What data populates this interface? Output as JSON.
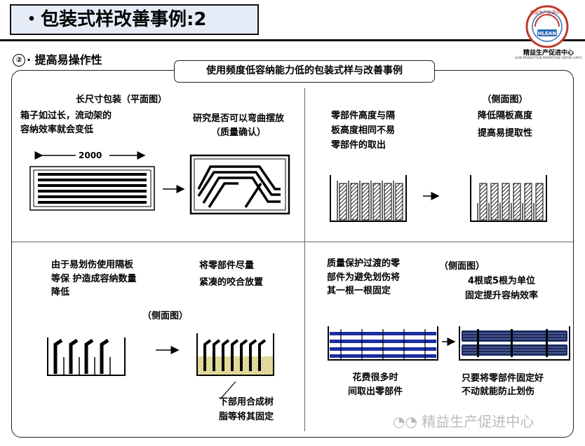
{
  "header": {
    "title": "・包装式样改善事例:2",
    "logo_text": "精益生产促进中心",
    "logo_sub": "LEAN PRODUCTION PROMOTION CENTER (LPPC)",
    "logo_ring_text": "精益生产促进中心",
    "logo_badge": "HLEAN"
  },
  "section": {
    "number": "②",
    "title": "提高易操作性",
    "callout": "使用频度低容纳能力低的包装式样与改善事例"
  },
  "panels": {
    "top_left": {
      "caption": "长尺寸包装（平面图）",
      "problem": [
        "箱子如过长，流动架的",
        "容纳效率就会变低"
      ],
      "dimension": "2000",
      "idea": [
        "研究是否可以弯曲摆放",
        "（质量确认）"
      ]
    },
    "top_right": {
      "problem": [
        "零部件高度与隔",
        "板高度相同不易",
        "零部件的取出"
      ],
      "view_label": "（侧面图）",
      "solution": [
        "降低隔板高度",
        "提高易提取性"
      ]
    },
    "bottom_left": {
      "problem": [
        "由于易划伤使用隔板",
        "等保 护造成容纳数量",
        "降低"
      ],
      "idea": [
        "将零部件尽量",
        "紧凑的咬合放置"
      ],
      "view_label": "（侧面图）",
      "note": [
        "下部用合成树",
        "脂等将其固定"
      ]
    },
    "bottom_right": {
      "problem": [
        "质量保护过渡的零",
        "部件为避免划伤将",
        "其一根一根固定"
      ],
      "view_label": "（侧面图）",
      "solution": [
        "4根或5根为单位",
        "固定提升容纳效率"
      ],
      "before_caption": [
        "花费很多时",
        "间取出零部件"
      ],
      "after_caption": [
        "只要将零部件固定好",
        "不动就能防止划伤"
      ]
    }
  },
  "watermark": "精益生产促进中心",
  "colors": {
    "title_bg": "#e6ecf7",
    "resin_fill": "#e8e09a",
    "rod_blue": "#1a2fa0",
    "rod_navy": "#1d2a5e",
    "logo_red": "#c0392b",
    "logo_blue": "#2c6db5"
  }
}
